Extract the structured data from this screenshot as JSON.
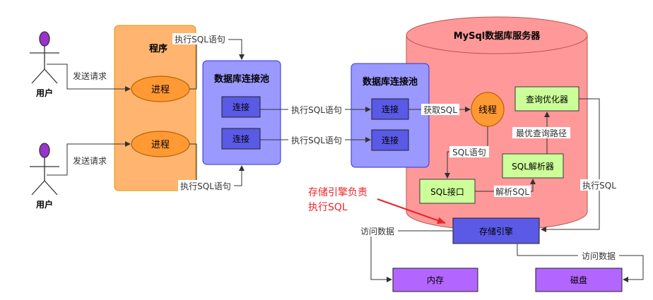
{
  "users": [
    {
      "label": "用户",
      "action": "发送请求"
    },
    {
      "label": "用户",
      "action": "发送请求"
    }
  ],
  "program": {
    "title": "程序",
    "processes": [
      "进程",
      "进程"
    ],
    "exec_top": "执行SQL语句",
    "exec_bottom": "执行SQL语句"
  },
  "client_pool": {
    "title": "数据库连接池",
    "connections": [
      "连接",
      "连接"
    ]
  },
  "middle_edges": [
    "执行SQL语句",
    "执行SQL语句"
  ],
  "server_pool": {
    "title": "数据库连接池",
    "connections": [
      "连接",
      "连接"
    ]
  },
  "server": {
    "title": "MySql数据库服务器",
    "get_sql": "获取SQL",
    "thread": "线程",
    "sql_statement": "SQL语句",
    "sql_interface": "SQL接口",
    "parse_sql": "解析SQL",
    "sql_parser": "SQL解析器",
    "best_path": "最优查询路径",
    "optimizer": "查询优化器",
    "exec_sql": "执行SQL",
    "storage_engine": "存储引擎"
  },
  "annotation": {
    "line1": "存储引擎负责",
    "line2": "执行SQL",
    "color": "#e8262a"
  },
  "storage": {
    "access_left": "访问数据",
    "access_right": "访问数据",
    "memory": "内存",
    "disk": "磁盘"
  },
  "colors": {
    "program_fill": "#ffb570",
    "process_fill": "#ff9933",
    "pool_fill": "#9999ff",
    "conn_fill": "#5a5ae6",
    "server_fill": "#ff9999",
    "green_fill": "#ccff99",
    "storage_fill": "#b266ff",
    "user_head": "#9933cc"
  }
}
